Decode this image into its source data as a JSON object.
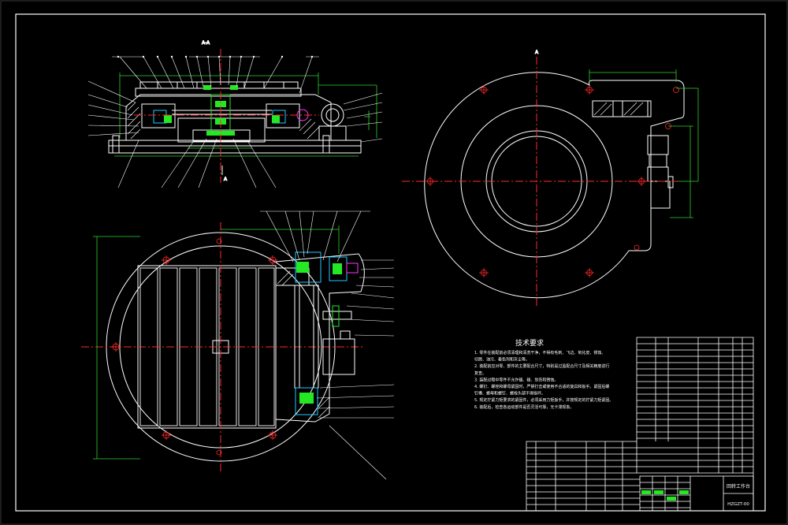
{
  "canvas": {
    "background": "#000000"
  },
  "colors": {
    "outline": "#ffffff",
    "center_line": "#ff2a2a",
    "dimension": "#2fd02f",
    "leader": "#ffffff",
    "highlight": "#24e824",
    "cyan": "#22c8ff",
    "magenta": "#ff33ff"
  },
  "views": {
    "front_section_label": "A-A",
    "side_label": "A"
  },
  "notes": {
    "title": "技术要求",
    "lines": [
      "1. 零件在装配前必须清理和清洗干净，不得有毛刺、飞边、氧化皮、锈蚀、",
      "切屑、油污、着色剂和灰尘等。",
      "2. 装配前应对零、部件的主要配合尺寸，特别是过盈配合尺寸及相关精度进行",
      "复查。",
      "3. 装配过程中零件不允许磕、碰、划伤和锈蚀。",
      "4. 螺钉、螺栓和螺母紧固时，严禁打击或使用不合适的旋具和扳手。紧固后螺",
      "钉槽、螺母和螺钉、螺栓头部不得损坏。",
      "5. 规定拧紧力矩要求的紧固件，必须采用力矩扳手，并按规定的拧紧力矩紧固。",
      "6. 装配后，检查各运动部件是否灵活可靠，无卡滞现象。"
    ]
  },
  "title_block": {
    "drawing_name": "回转工作台",
    "drawing_number": "HZGZT-00"
  }
}
